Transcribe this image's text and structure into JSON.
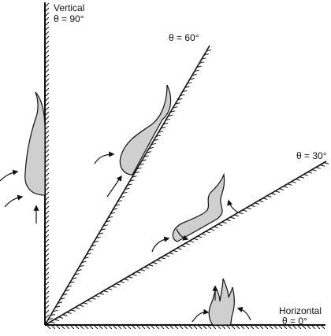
{
  "labels": {
    "vertical_name": "Vertical",
    "vertical_angle": "θ = 90°",
    "sixty_angle": "θ = 60°",
    "thirty_angle": "θ = 30°",
    "horizontal_name": "Horizontal",
    "horizontal_angle": "θ = 0°"
  },
  "colors": {
    "flame_fill": "#cfcfcf",
    "stroke": "#111111"
  }
}
